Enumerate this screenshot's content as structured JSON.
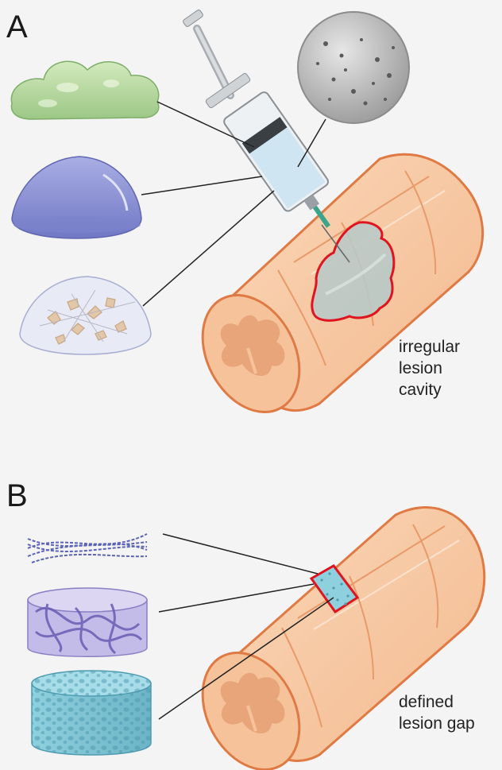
{
  "panels": [
    {
      "letter": "A",
      "caption_lines": [
        "irregular",
        "lesion",
        "cavity"
      ]
    },
    {
      "letter": "B",
      "caption_lines": [
        "defined",
        "lesion gap"
      ]
    }
  ],
  "colors": {
    "background": "#f4f4f4",
    "spinal_cord": "#f7c9a3",
    "spinal_cord_outline": "#e07a45",
    "grey_matter": "#e8a57a",
    "lesion_outline": "#e0141e",
    "hydrogel_green": "#b9d9a2",
    "hydrogel_blue": "#8f95d6",
    "hydrogel_cells": "#e3e7f3",
    "microsphere": "#bdbdbd",
    "syringe_liquid": "#cfe6f2",
    "needle": "#3aa58a",
    "fiber": "#5b63b8",
    "scaffold_purple": "#9b8bd0",
    "porous_scaffold": "#7fc4d3"
  },
  "icons": [
    "green-hydrogel-icon",
    "blue-hydrogel-icon",
    "cell-laden-hydrogel-icon",
    "microsphere-icon",
    "syringe-icon",
    "spinal-cord-icon",
    "fiber-bundle-icon",
    "fibrous-scaffold-icon",
    "porous-scaffold-icon"
  ]
}
